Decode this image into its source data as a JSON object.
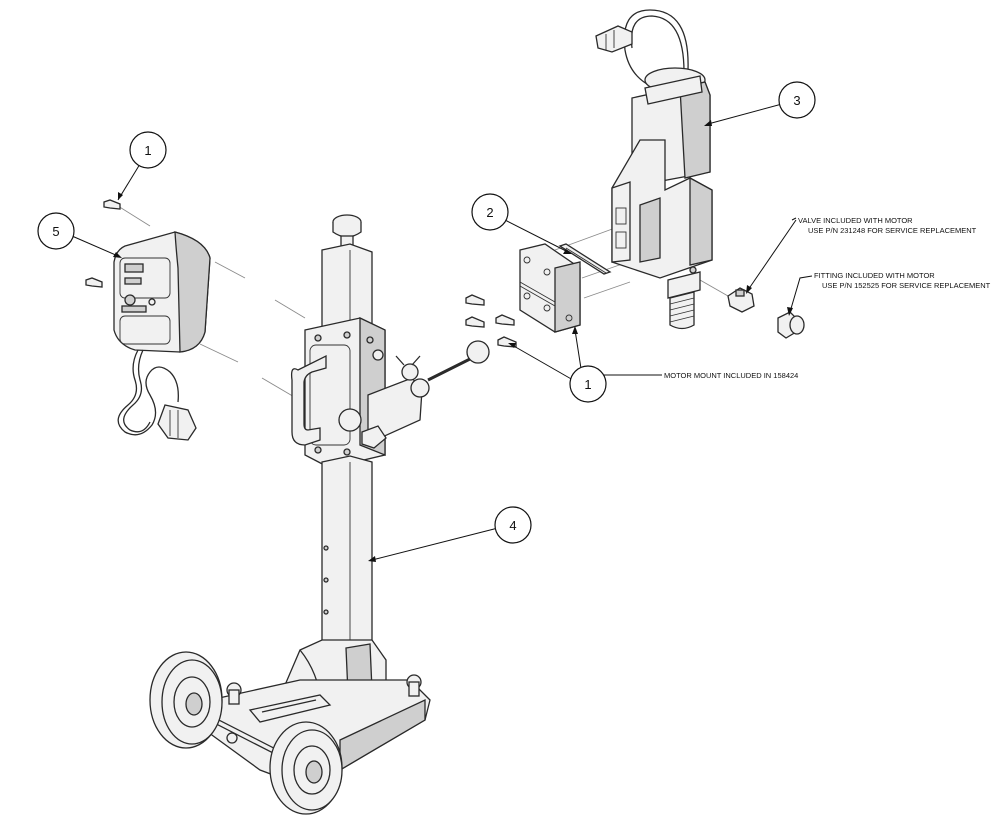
{
  "balloons": {
    "b1a": "1",
    "b5": "5",
    "b2": "2",
    "b3": "3",
    "b1b": "1",
    "b4": "4"
  },
  "notes": {
    "valve_line1": "VALVE INCLUDED WITH MOTOR",
    "valve_line2": "USE P/N 231248 FOR SERVICE REPLACEMENT",
    "fitting_line1": "FITTING INCLUDED WITH MOTOR",
    "fitting_line2": "USE P/N 152525 FOR SERVICE REPLACEMENT",
    "motor_mount": "MOTOR MOUNT INCLUDED IN 158424"
  },
  "colors": {
    "line": "#2a2a2a",
    "fill": "#f1f1f1"
  }
}
